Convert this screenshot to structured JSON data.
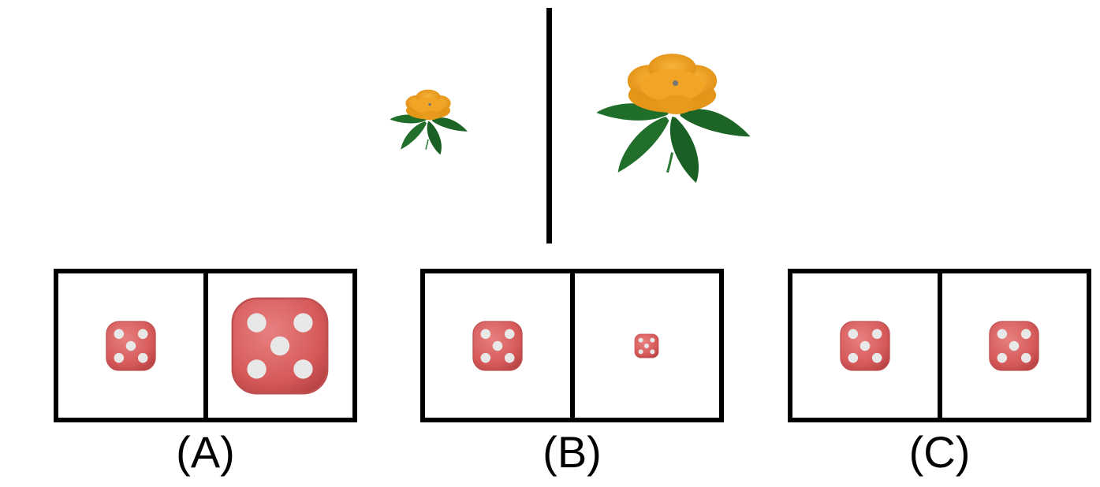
{
  "reference": {
    "left_image": "small-orange-flower",
    "right_image": "large-orange-flower"
  },
  "options": [
    {
      "label": "(A)",
      "left": "die-five-medium",
      "right": "die-five-large"
    },
    {
      "label": "(B)",
      "left": "die-five-medium",
      "right": "die-five-small"
    },
    {
      "label": "(C)",
      "left": "die-five-medium",
      "right": "die-five-medium"
    }
  ],
  "colors": {
    "petal": "#f0a020",
    "leaf": "#1f6e2a",
    "die": "#d65a5a",
    "pip": "#e6e6e6",
    "frame": "#000000"
  }
}
